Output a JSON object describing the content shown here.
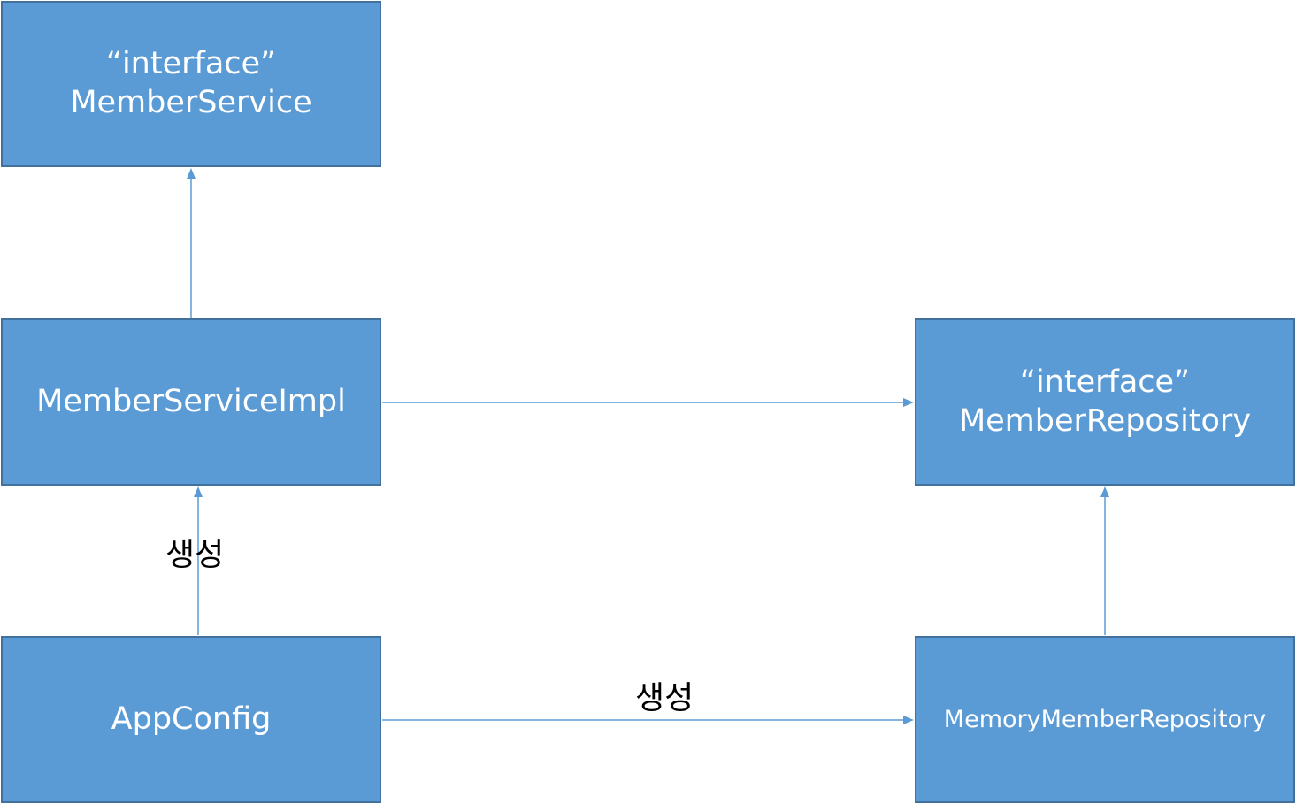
{
  "nodes": {
    "member_service": {
      "stereotype": "“interface”",
      "name": "MemberService"
    },
    "member_service_impl": {
      "name": "MemberServiceImpl"
    },
    "app_config": {
      "name": "AppConfig"
    },
    "member_repository": {
      "stereotype": "“interface”",
      "name": "MemberRepository"
    },
    "memory_member_repository": {
      "name": "MemoryMemberRepository"
    }
  },
  "edges": {
    "impl_to_service": {
      "from": "MemberServiceImpl",
      "to": "MemberService"
    },
    "impl_to_repository": {
      "from": "MemberServiceImpl",
      "to": "MemberRepository"
    },
    "config_to_impl": {
      "from": "AppConfig",
      "to": "MemberServiceImpl",
      "label": "생성"
    },
    "config_to_memory": {
      "from": "AppConfig",
      "to": "MemoryMemberRepository",
      "label": "생성"
    },
    "memory_to_repository": {
      "from": "MemoryMemberRepository",
      "to": "MemberRepository"
    }
  },
  "colors": {
    "box_fill": "#5B9BD5",
    "box_border": "#41719C",
    "arrow": "#5B9BD5",
    "box_text": "#FFFFFF",
    "label_text": "#000000"
  }
}
